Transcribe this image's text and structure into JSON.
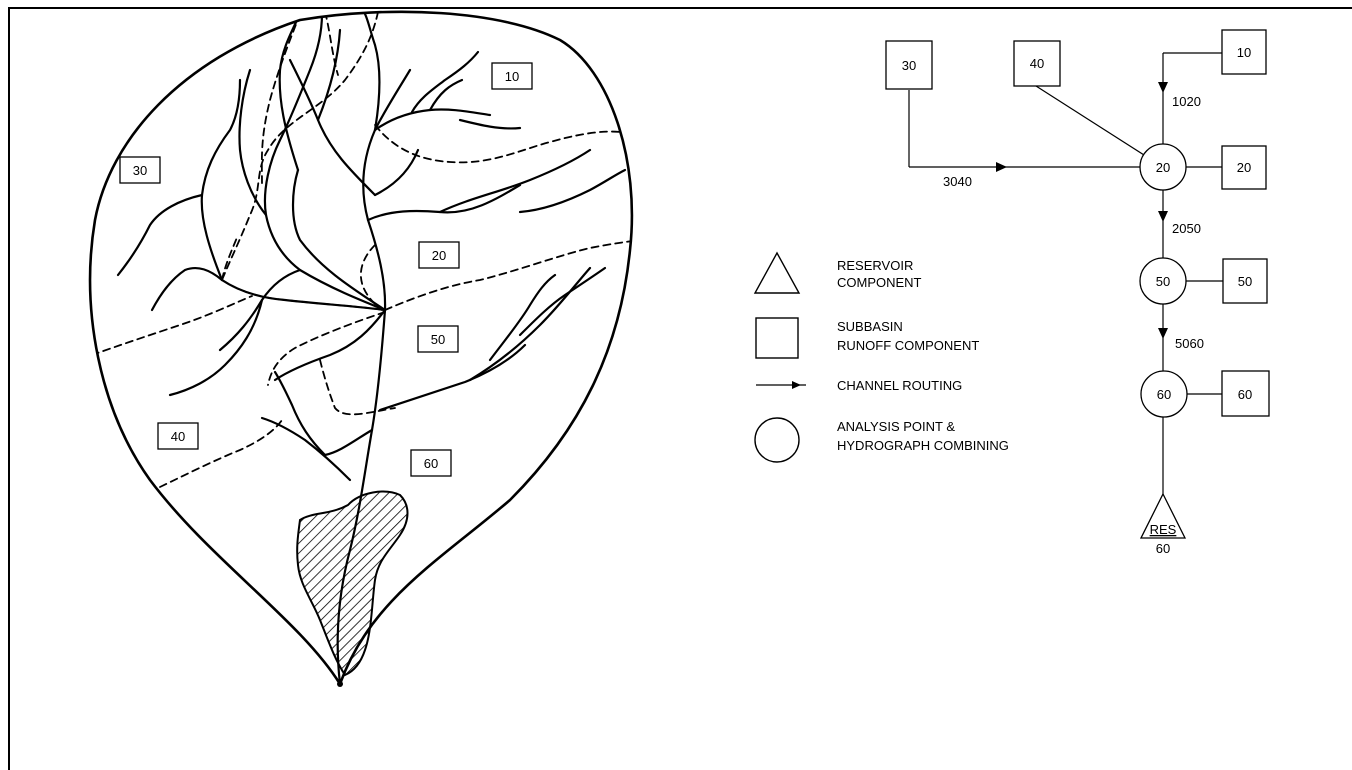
{
  "watershed": {
    "subbasin_labels": [
      "10",
      "30",
      "20",
      "50",
      "40",
      "60"
    ]
  },
  "schematic": {
    "subbasins": [
      "30",
      "40",
      "10",
      "20",
      "50",
      "60"
    ],
    "junctions": [
      "20",
      "50",
      "60"
    ],
    "routings": [
      "1020",
      "3040",
      "2050",
      "5060"
    ],
    "reservoir": {
      "name": "RES",
      "id": "60"
    }
  },
  "legend": {
    "reservoir": [
      "RESERVOIR",
      "COMPONENT"
    ],
    "subbasin": [
      "SUBBASIN",
      "RUNOFF COMPONENT"
    ],
    "routing": "CHANNEL ROUTING",
    "analysis": [
      "ANALYSIS POINT &",
      "HYDROGRAPH COMBINING"
    ]
  }
}
